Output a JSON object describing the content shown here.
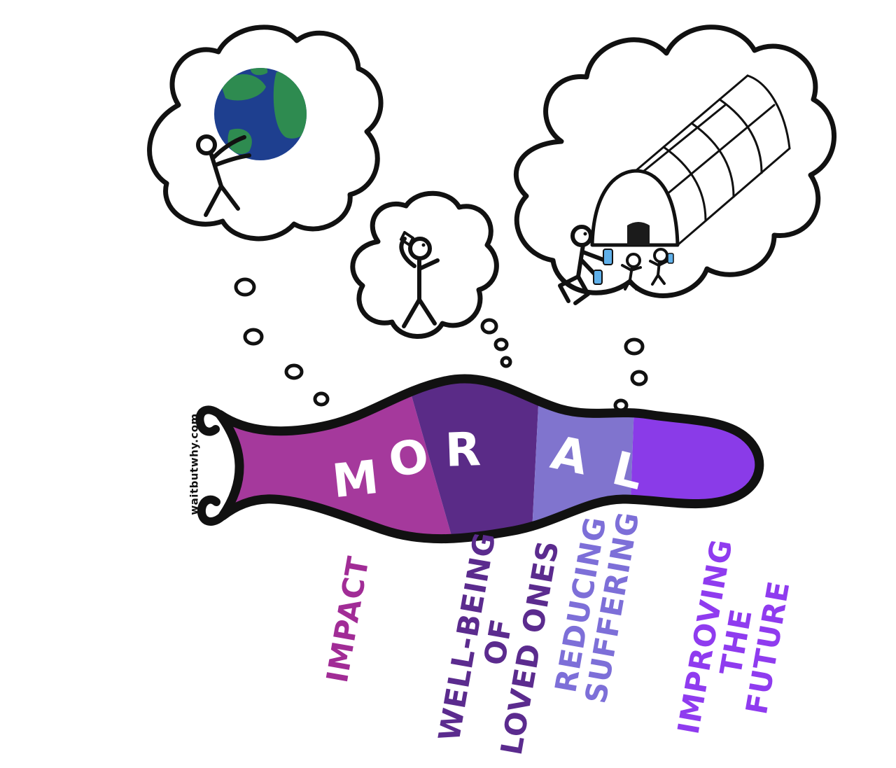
{
  "page": {
    "background": "#FFFFFF"
  },
  "watermark": {
    "text": "waitbutwhy.com",
    "color": "#111111"
  },
  "ribbon": {
    "word": "MORAL",
    "letters": [
      "M",
      "O",
      "R",
      "A",
      "L"
    ],
    "letter_color": "#FFFFFF",
    "ink": "#111111",
    "segments": [
      {
        "label": "impact",
        "color": "#A5399C"
      },
      {
        "label": "well-being-of-loved-ones",
        "color": "#5A2B87"
      },
      {
        "label": "reducing-suffering",
        "color": "#8074CE"
      },
      {
        "label": "improving-the-future",
        "color": "#8A3BE8"
      }
    ]
  },
  "labels": [
    {
      "text": "IMPACT",
      "color": "#A12C96"
    },
    {
      "text": "WELL-BEING OF\nLOVED ONES",
      "color": "#5B2B8E"
    },
    {
      "text": "REDUCING\nSUFFERING",
      "color": "#7D6FD8"
    },
    {
      "text": "IMPROVING\nTHE FUTURE",
      "color": "#8F3BEF"
    }
  ],
  "thought_bubbles": [
    {
      "name": "hugging-the-earth"
    },
    {
      "name": "person-drinking"
    },
    {
      "name": "giving-water-at-shelter"
    }
  ],
  "illustration_colors": {
    "ink": "#111111",
    "earth_ocean": "#1E3F8F",
    "earth_land": "#2E8B50",
    "water_bottle": "#5FB0EA",
    "door": "#1B1B1B"
  }
}
